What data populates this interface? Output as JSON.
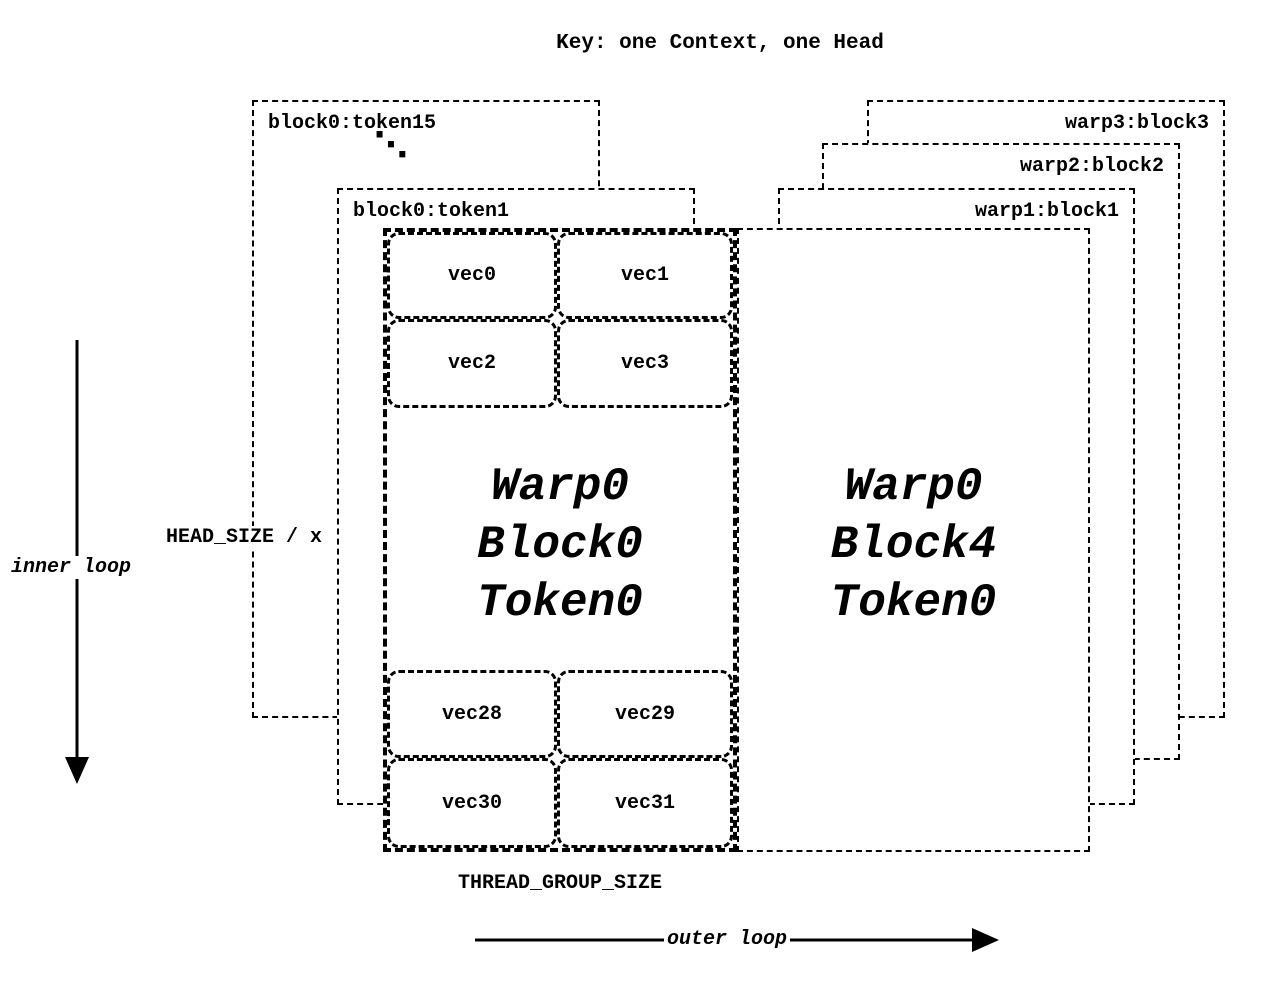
{
  "title": "Key: one Context, one Head",
  "left_stack": {
    "back_label": "block0:token15",
    "ellipsis": "⋱",
    "front_label": "block0:token1"
  },
  "right_stack": {
    "layer3_label": "warp3:block3",
    "layer2_label": "warp2:block2",
    "layer1_label": "warp1:block1"
  },
  "block0": {
    "vecs_top": [
      "vec0",
      "vec1",
      "vec2",
      "vec3"
    ],
    "vecs_bottom": [
      "vec28",
      "vec29",
      "vec30",
      "vec31"
    ],
    "lines": [
      "Warp0",
      "Block0",
      "Token0"
    ]
  },
  "block4": {
    "lines": [
      "Warp0",
      "Block4",
      "Token0"
    ]
  },
  "labels": {
    "head_size": "HEAD_SIZE / x",
    "inner_loop": "inner loop",
    "outer_loop": "outer loop",
    "thread_group_size": "THREAD_GROUP_SIZE"
  },
  "colors": {
    "ink": "#000000",
    "paper": "#ffffff"
  }
}
